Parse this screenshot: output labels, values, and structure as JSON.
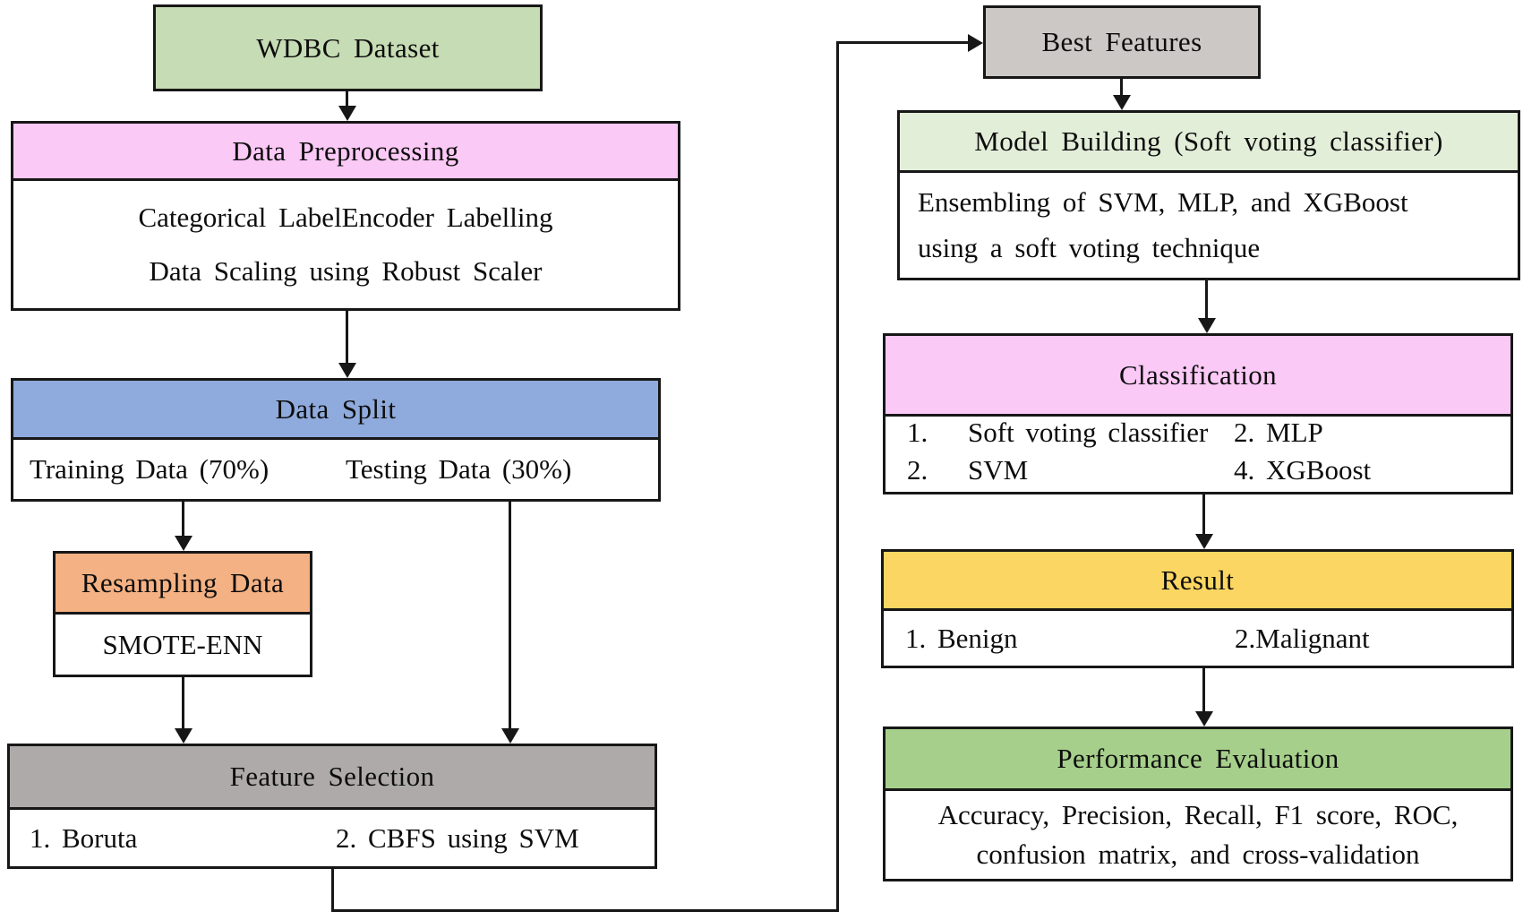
{
  "diagram_title": "WDBC breast cancer classification pipeline flowchart",
  "colors": {
    "dataset_green": "#c6dcb4",
    "pink_header": "#fbc9f6",
    "blue_header": "#8faadc",
    "orange_header": "#f4b183",
    "gray_header": "#aeaaaa",
    "best_features_gray": "#ccc8c5",
    "model_building_green": "#e3eed9",
    "result_yellow": "#fcd662",
    "performance_green": "#a6cf8b",
    "line_black": "#171717"
  },
  "nodes": {
    "wdbc": {
      "title": "WDBC Dataset"
    },
    "preprocessing": {
      "title": "Data Preprocessing",
      "lines": [
        "Categorical LabelEncoder Labelling",
        "Data Scaling using Robust Scaler"
      ]
    },
    "datasplit": {
      "title": "Data Split",
      "left": "Training Data (70%)",
      "right": "Testing Data (30%)"
    },
    "resampling": {
      "title": "Resampling Data",
      "body": "SMOTE-ENN"
    },
    "featuresel": {
      "title": "Feature Selection",
      "left": "1. Boruta",
      "right": "2. CBFS using SVM"
    },
    "bestfeatures": {
      "title": "Best Features"
    },
    "modelbuilding": {
      "title": "Model Building (Soft voting classifier)",
      "lines": [
        "Ensembling of SVM, MLP, and XGBoost",
        "using a soft voting technique"
      ]
    },
    "classification": {
      "title": "Classification",
      "rows": [
        {
          "num": "1.",
          "item": "Soft voting classifier",
          "right": "2. MLP"
        },
        {
          "num": "2.",
          "item": "SVM",
          "right": "4. XGBoost"
        }
      ]
    },
    "result": {
      "title": "Result",
      "left": "1. Benign",
      "right": "2.Malignant"
    },
    "performance": {
      "title": "Performance Evaluation",
      "lines": [
        "Accuracy, Precision, Recall, F1 score, ROC,",
        "confusion matrix, and cross-validation"
      ]
    }
  }
}
